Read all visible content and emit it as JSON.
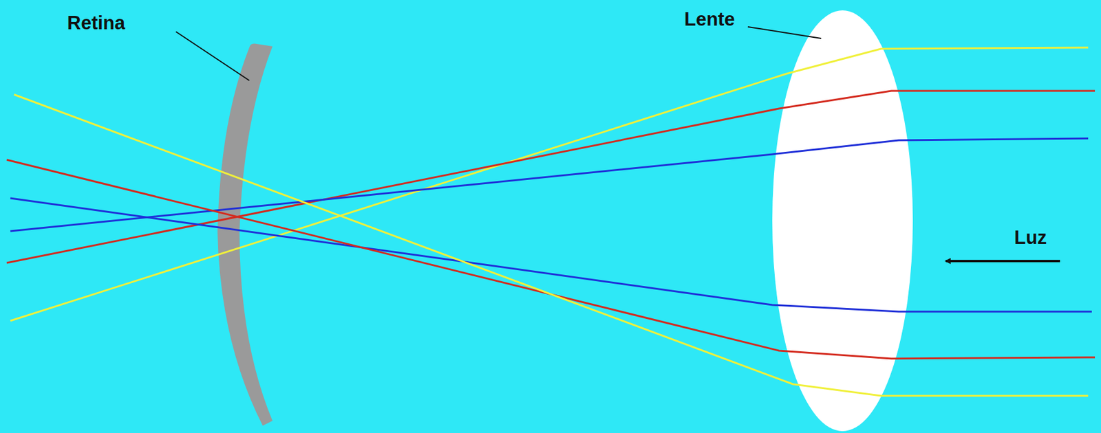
{
  "diagram": {
    "labels": [
      "Retina",
      "Lente",
      "Luz"
    ]
  }
}
